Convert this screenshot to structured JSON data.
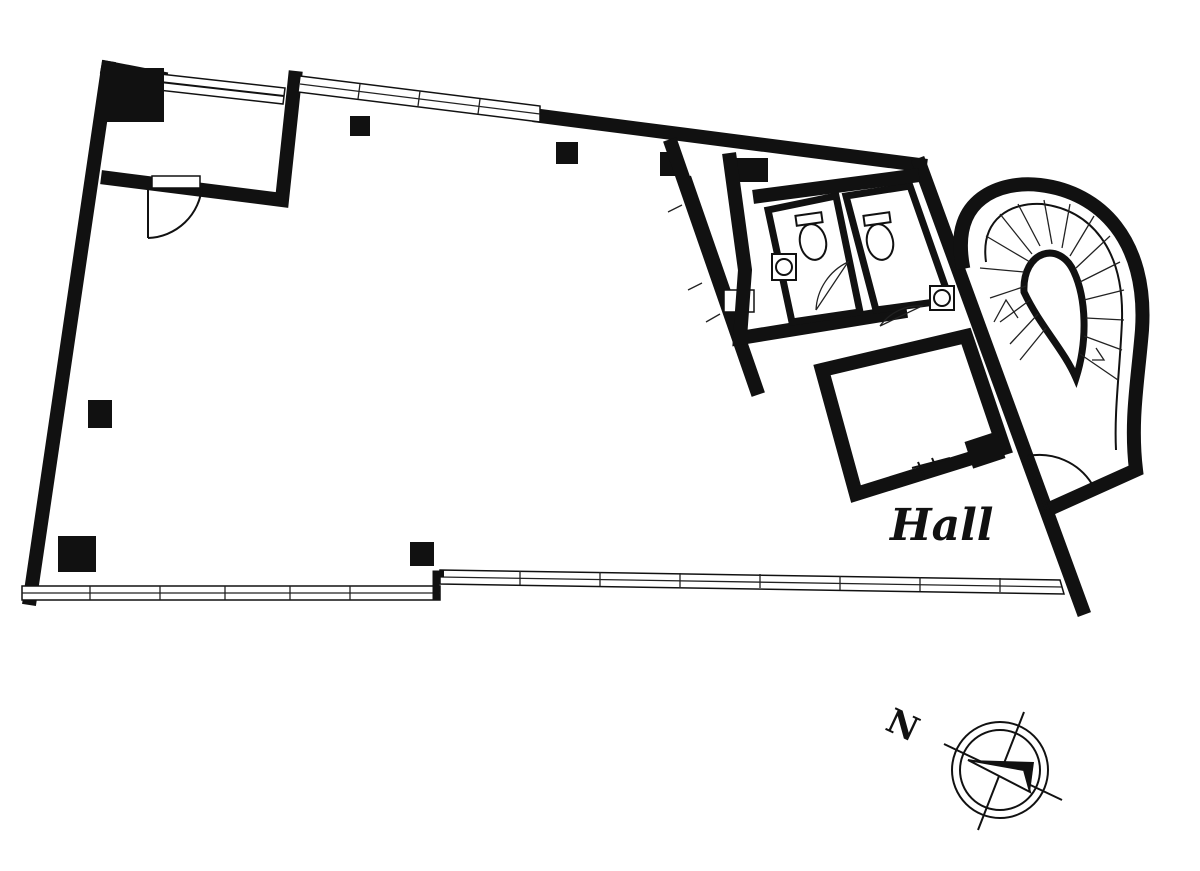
{
  "floor_plan": {
    "room_labels": [
      {
        "id": "hall",
        "text": "Hall"
      }
    ],
    "compass": {
      "north_label": "N"
    },
    "icons": [
      "spiral-staircase-icon",
      "toilet-icon",
      "sink-icon",
      "door-swing-icon",
      "compass-icon"
    ]
  }
}
